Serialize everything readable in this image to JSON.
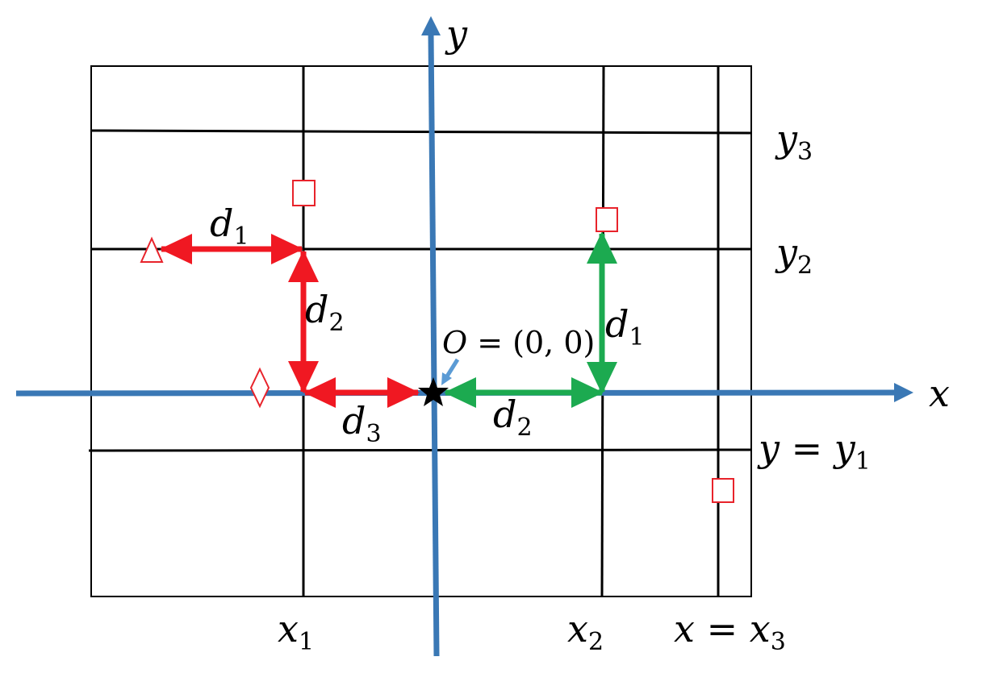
{
  "diagram": {
    "axes": {
      "x_label": "x",
      "y_label": "y",
      "color": "#3a78b5"
    },
    "origin_label": "O = (0, 0)",
    "grid_labels": {
      "x1": {
        "var": "x",
        "sub": "1"
      },
      "x2": {
        "var": "x",
        "sub": "2"
      },
      "x3": {
        "prefix": "x = ",
        "var": "x",
        "sub": "3"
      },
      "y1": {
        "prefix": "y = ",
        "var": "y",
        "sub": "1"
      },
      "y2": {
        "var": "y",
        "sub": "2"
      },
      "y3": {
        "var": "y",
        "sub": "3"
      }
    },
    "red_path": {
      "color": "#f01822",
      "labels": [
        {
          "var": "d",
          "sub": "1"
        },
        {
          "var": "d",
          "sub": "2"
        },
        {
          "var": "d",
          "sub": "3"
        }
      ]
    },
    "green_path": {
      "color": "#1caa50",
      "labels": [
        {
          "var": "d",
          "sub": "1"
        },
        {
          "var": "d",
          "sub": "2"
        }
      ]
    },
    "marker_color": "#e8232b",
    "origin_arrow_color": "#5b9bd5"
  }
}
